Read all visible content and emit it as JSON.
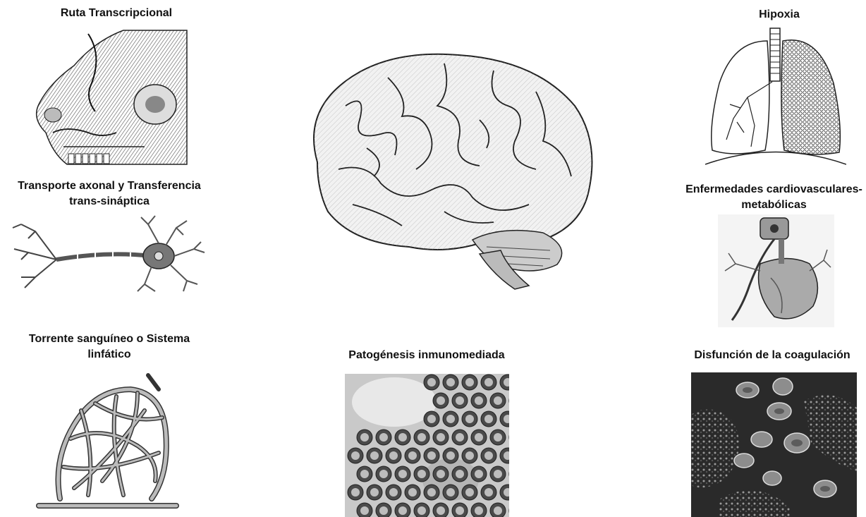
{
  "labels": {
    "ruta": "Ruta Transcripcional",
    "hipoxia": "Hipoxia",
    "transporte": "Transporte axonal y Transferencia trans-sináptica",
    "cardio": "Enfermedades cardiovasculares-metabólicas",
    "torrente": "Torrente sanguíneo o Sistema linfático",
    "pato": "Patogénesis inmunomediada",
    "disf": "Disfunción de la coagulación"
  },
  "illustrations": [
    {
      "name": "nasal-cavity-illustration",
      "depicts": "sagittal section of head showing nasal cavity"
    },
    {
      "name": "brain-illustration",
      "depicts": "human brain, lateral view"
    },
    {
      "name": "lungs-illustration",
      "depicts": "lungs and bronchial tree"
    },
    {
      "name": "neuron-illustration",
      "depicts": "neuron with axon and dendrites"
    },
    {
      "name": "heart-device-illustration",
      "depicts": "heart with implanted device"
    },
    {
      "name": "vessel-network-illustration",
      "depicts": "network of blood/lymph vessels"
    },
    {
      "name": "virus-micrograph",
      "depicts": "electron micrograph of virus particles"
    },
    {
      "name": "blood-cells-micrograph",
      "depicts": "micrograph of red blood cells and clot"
    }
  ]
}
